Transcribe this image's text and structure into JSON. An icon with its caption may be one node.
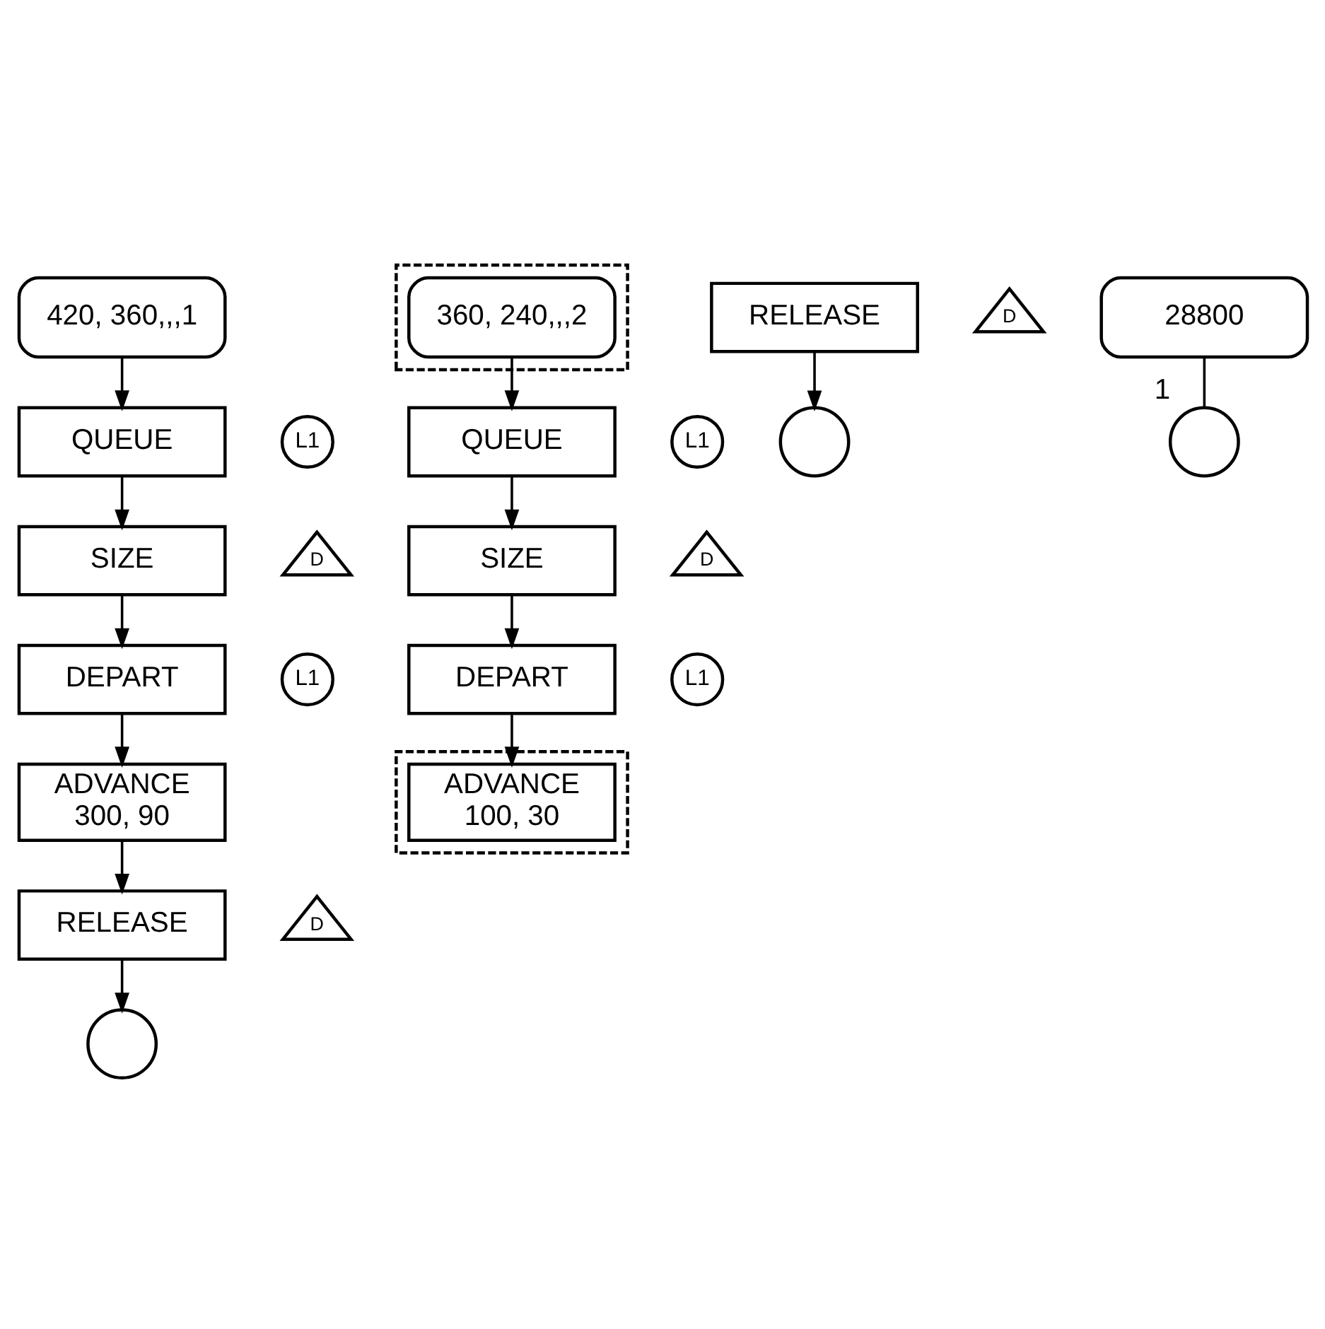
{
  "diagram": {
    "nodes": [
      {
        "text": [
          "420, 360,,,1"
        ]
      },
      {
        "text": [
          "QUEUE"
        ]
      },
      {
        "text": [
          "L1"
        ]
      },
      {
        "text": [
          "SIZE"
        ]
      },
      {
        "text": [
          "D"
        ]
      },
      {
        "text": [
          "DEPART"
        ]
      },
      {
        "text": [
          "L1"
        ]
      },
      {
        "text": [
          "ADVANCE",
          "300, 90"
        ]
      },
      {
        "text": [
          "RELEASE"
        ]
      },
      {
        "text": [
          "D"
        ]
      },
      {
        "text": [],
        "shape": "circle"
      },
      {
        "text": [],
        "shape": "box"
      },
      {
        "text": [
          "360, 240,,,2"
        ],
        "in": 11
      },
      {
        "text": [
          "QUEUE"
        ]
      },
      {
        "text": [
          "L1"
        ]
      },
      {
        "text": [
          "SIZE"
        ]
      },
      {
        "text": [
          "D"
        ]
      },
      {
        "text": [
          "DEPART"
        ]
      },
      {
        "text": [
          "L1"
        ]
      },
      {
        "text": [],
        "shape": "box"
      },
      {
        "text": [
          "ADVANCE",
          "100, 30"
        ],
        "in": 19
      },
      {
        "text": [
          "RELEASE"
        ]
      },
      {
        "text": [
          "D"
        ]
      },
      {
        "text": [],
        "shape": "circle"
      },
      {
        "text": [
          "28800"
        ]
      },
      {
        "text": [],
        "shape": "circle",
        "beside": [
          "1"
        ]
      }
    ],
    "edges": [
      {
        "from": 0,
        "to": 1,
        "arrow": "to"
      },
      {
        "from": 1,
        "to": 3,
        "arrow": "to"
      },
      {
        "from": 3,
        "to": 5,
        "arrow": "to"
      },
      {
        "from": 5,
        "to": 7,
        "arrow": "to"
      },
      {
        "from": 7,
        "to": 8,
        "arrow": "to"
      },
      {
        "from": 8,
        "to": 10,
        "arrow": "to"
      },
      {
        "from": 12,
        "to": 13,
        "arrow": "to"
      },
      {
        "from": 13,
        "to": 15,
        "arrow": "to"
      },
      {
        "from": 15,
        "to": 17,
        "arrow": "to"
      },
      {
        "from": 17,
        "to": 20,
        "arrow": "to"
      },
      {
        "from": 21,
        "to": 23,
        "arrow": "to"
      },
      {
        "from": 24,
        "to": 25,
        "arrow": "none"
      }
    ]
  }
}
